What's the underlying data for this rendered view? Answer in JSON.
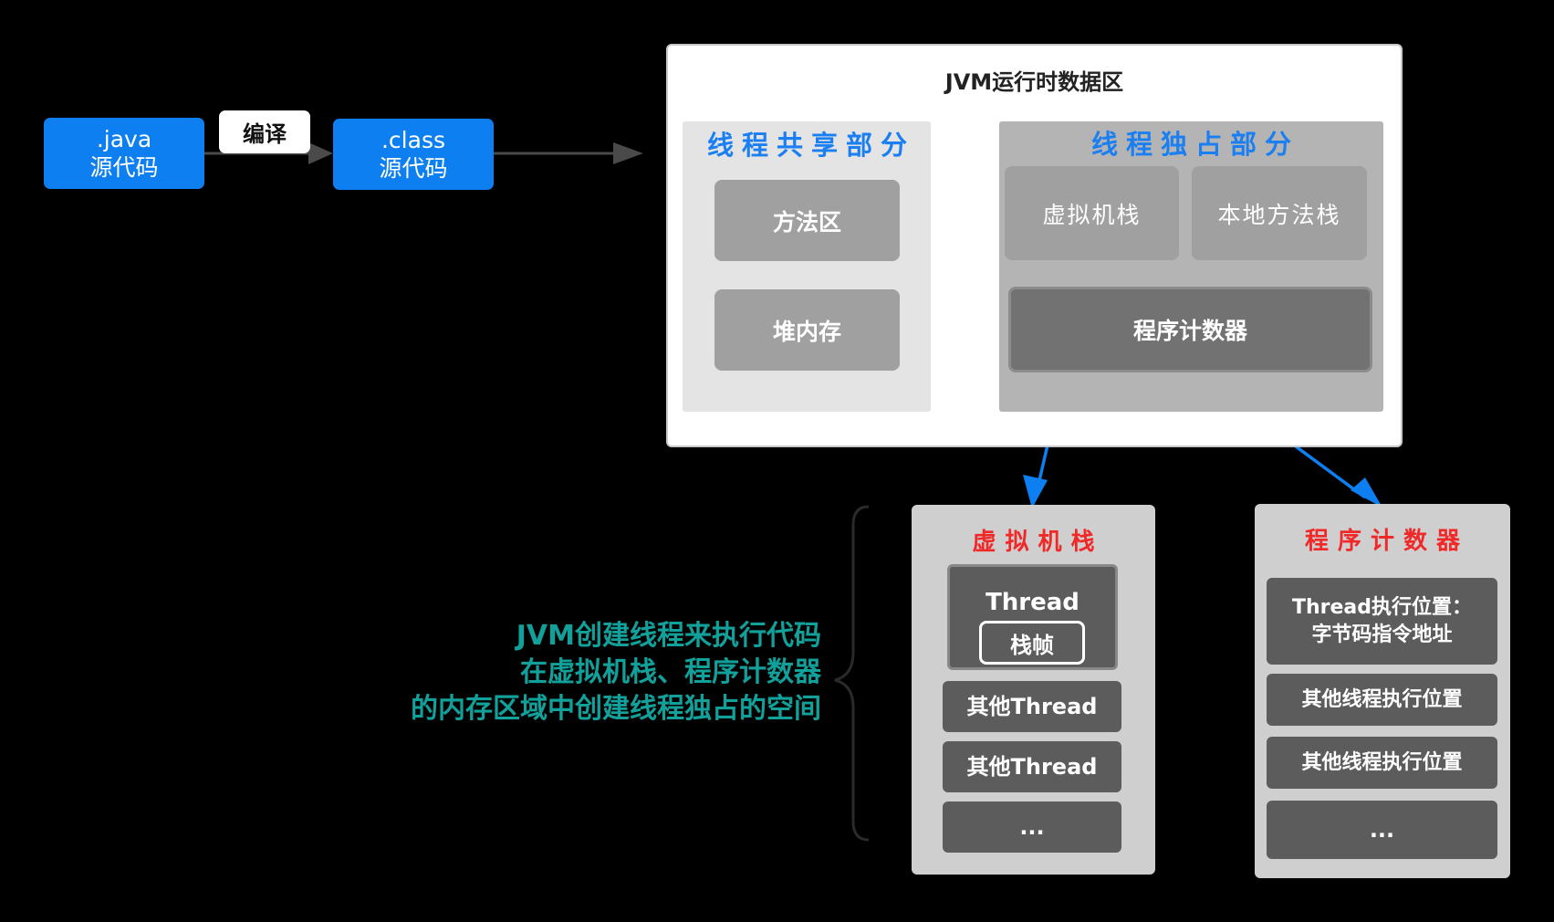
{
  "source": {
    "line1": ".java",
    "line2": "源代码"
  },
  "compile": {
    "label": "编译"
  },
  "compiled": {
    "line1": ".class",
    "line2": "源代码"
  },
  "jvm": {
    "title": "JVM运行时数据区",
    "shared": {
      "title": "线程共享部分",
      "method_area": "方法区",
      "heap": "堆内存"
    },
    "exclusive": {
      "title": "线程独占部分",
      "vm_stack": "虚拟机栈",
      "native_stack": "本地方法栈",
      "pc": "程序计数器"
    }
  },
  "vm_stack_detail": {
    "title": "虚拟机栈",
    "thread_label": "Thread",
    "frame_label": "栈帧",
    "items": [
      "其他Thread",
      "其他Thread",
      "..."
    ]
  },
  "pc_detail": {
    "title": "程序计数器",
    "current_line1": "Thread执行位置：",
    "current_line2": "字节码指令地址",
    "items": [
      "其他线程执行位置",
      "其他线程执行位置",
      "..."
    ]
  },
  "note": {
    "line1": "JVM创建线程来执行代码",
    "line2": "在虚拟机栈、程序计数器",
    "line3": "的内存区域中创建线程独占的空间"
  },
  "colors": {
    "accent_blue": "#0d7ff0",
    "title_red": "#f02828",
    "note_teal": "#12a09a"
  }
}
